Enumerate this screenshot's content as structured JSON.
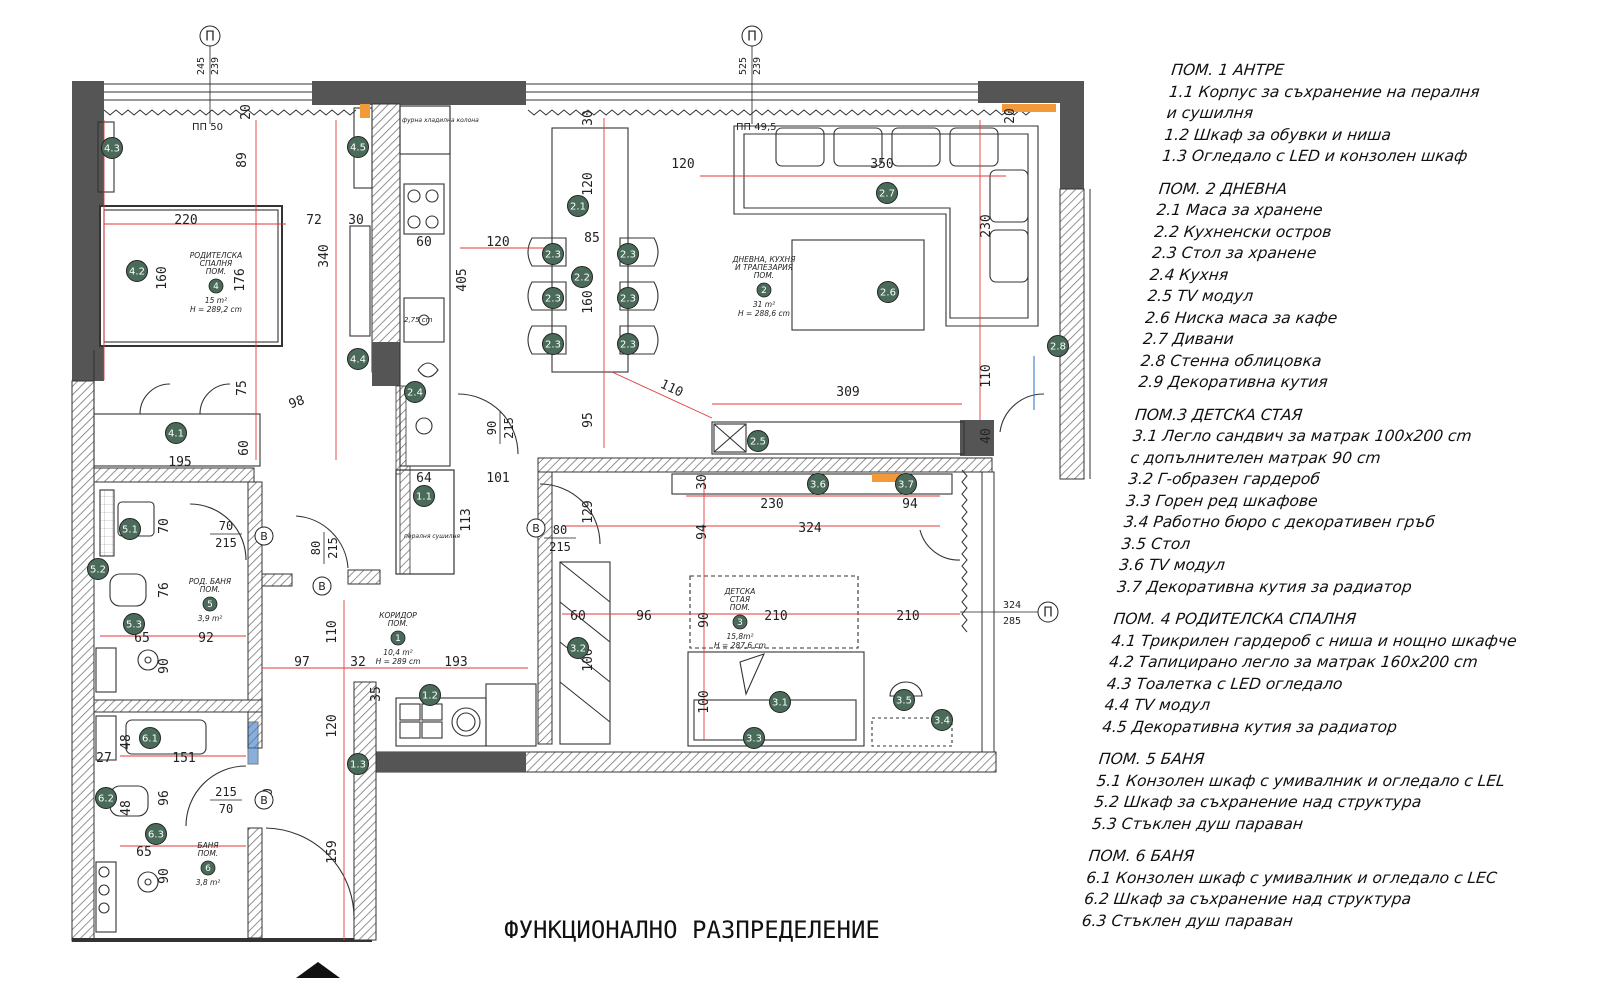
{
  "title": "ФУНКЦИОНАЛНО РАЗПРЕДЕЛЕНИЕ",
  "colors": {
    "wall": "#555555",
    "line": "#222222",
    "dim": "#e23a3a",
    "marker": "#4a6b5a",
    "accent": "#f29a3a"
  },
  "axes": [
    {
      "label": "П",
      "dims": [
        "245",
        "239"
      ]
    },
    {
      "label": "П",
      "dims": [
        "525",
        "239"
      ]
    },
    {
      "label": "П",
      "dims": [
        "324",
        "285"
      ]
    }
  ],
  "notes": {
    "pp1": "ПП 50",
    "pp2": "ПП 49,5",
    "furnace": "фурна хладилна колона",
    "washer": "пералня сушилня",
    "sink_dim": "2,75 cm"
  },
  "doors": [
    {
      "label": "B",
      "w": "70",
      "h": "215"
    },
    {
      "label": "B",
      "w": "80",
      "h": "215"
    },
    {
      "label": "B",
      "w": "80",
      "h": "215"
    },
    {
      "label": "B",
      "w": "215",
      "h": "70"
    },
    {
      "label": "",
      "w": "90",
      "h": "215"
    }
  ],
  "rooms": [
    {
      "num": "4",
      "lines": [
        "РОДИТЕЛСКА",
        "СПАЛНЯ",
        "ПОМ."
      ],
      "area": "15 m²",
      "height": "H = 289,2 cm"
    },
    {
      "num": "2",
      "lines": [
        "ДНЕВНА, КУХНЯ",
        "И ТРАПЕЗАРИЯ",
        "ПОМ."
      ],
      "area": "31 m²",
      "height": "H = 288,6 cm"
    },
    {
      "num": "3",
      "lines": [
        "ДЕТСКА",
        "СТАЯ",
        "ПОМ."
      ],
      "area": "15,8m²",
      "height": "H = 287,6 cm"
    },
    {
      "num": "1",
      "lines": [
        "КОРИДОР",
        "ПОМ."
      ],
      "area": "10,4 m²",
      "height": "H = 289 cm"
    },
    {
      "num": "5",
      "lines": [
        "РОД. БАНЯ",
        "ПОМ."
      ],
      "area": "3,9 m²",
      "height": ""
    },
    {
      "num": "6",
      "lines": [
        "БАНЯ",
        "ПОМ."
      ],
      "area": "3,8 m²",
      "height": ""
    }
  ],
  "markers": [
    "4.3",
    "4.5",
    "4.2",
    "4.4",
    "4.1",
    "2.4",
    "2.1",
    "2.3",
    "2.2",
    "2.3",
    "2.3",
    "2.3",
    "2.3",
    "2.3",
    "2.7",
    "2.6",
    "2.8",
    "2.5",
    "1.1",
    "3.6",
    "3.7",
    "5.1",
    "5.2",
    "5.3",
    "3.2",
    "3.1",
    "3.5",
    "3.4",
    "3.3",
    "1.2",
    "1.3",
    "6.1",
    "6.2",
    "6.3"
  ],
  "dimensions": [
    "89",
    "220",
    "72",
    "30",
    "160",
    "176",
    "340",
    "75",
    "98",
    "60",
    "195",
    "30",
    "120",
    "350",
    "120",
    "85",
    "60",
    "120",
    "160",
    "405",
    "230",
    "110",
    "309",
    "95",
    "110",
    "40",
    "64",
    "101",
    "113",
    "30",
    "230",
    "94",
    "324",
    "94",
    "129",
    "60",
    "96",
    "90",
    "210",
    "100",
    "210",
    "100",
    "70",
    "76",
    "65",
    "92",
    "90",
    "97",
    "32",
    "193",
    "35",
    "110",
    "120",
    "48",
    "151",
    "27",
    "96",
    "48",
    "65",
    "90",
    "159",
    "80",
    "20",
    "20"
  ],
  "legend": [
    {
      "title": "ПОМ. 1 АНТРЕ",
      "items": [
        "1.1 Корпус за съхранение на пералня",
        "и сушилня",
        "1.2 Шкаф за обувки и ниша",
        "1.3 Огледало с LED и конзолен шкаф"
      ]
    },
    {
      "title": "ПОМ. 2 ДНЕВНА",
      "items": [
        "2.1 Маса за хранене",
        "2.2 Кухненски остров",
        "2.3 Стол за хранене",
        "2.4 Кухня",
        "2.5 TV модул",
        "2.6 Ниска маса за кафе",
        "2.7 Дивани",
        "2.8 Стенна облицовка",
        "2.9 Декоративна кутия"
      ]
    },
    {
      "title": "ПОМ.3 ДЕТСКА СТАЯ",
      "items": [
        "3.1 Легло сандвич за матрак 100x200 cm",
        "с допълнителен матрак 90 cm",
        "3.2 Г-образен гардероб",
        "3.3 Горен ред шкафове",
        "3.4 Работно бюро с декоративен гръб",
        "3.5 Стол",
        "3.6 TV модул",
        "3.7 Декоративна кутия за радиатор"
      ]
    },
    {
      "title": "ПОМ. 4 РОДИТЕЛСКА СПАЛНЯ",
      "items": [
        "4.1 Трикрилен гардероб с ниша и нощно шкафче",
        "4.2 Тапицирано легло за матрак 160x200 cm",
        "4.3 Тоалетка с LED огледало",
        "4.4 TV модул",
        "4.5 Декоративна кутия за радиатор"
      ]
    },
    {
      "title": "ПОМ. 5 БАНЯ",
      "items": [
        "5.1 Конзолен шкаф с умивалник и огледало с LEL",
        "5.2 Шкаф за съхранение над структура",
        "5.3 Стъклен душ параван"
      ]
    },
    {
      "title": "ПОМ. 6 БАНЯ",
      "items": [
        "6.1 Конзолен шкаф с умивалник и огледало с LEC",
        "6.2 Шкаф за съхранение над структура",
        "6.3 Стъклен душ параван"
      ]
    }
  ]
}
